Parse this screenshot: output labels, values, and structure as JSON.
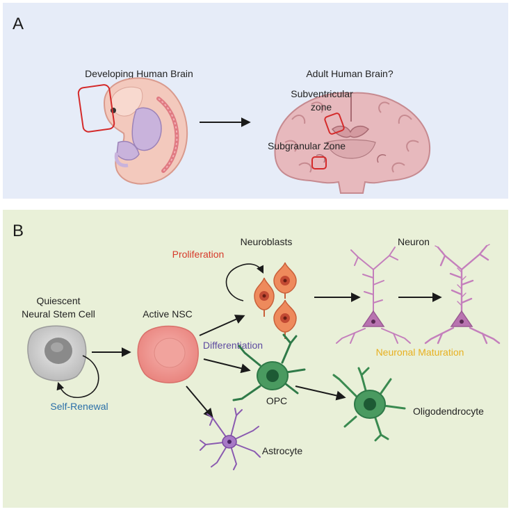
{
  "panel_a": {
    "letter": "A",
    "developing_title": "Developing Human Brain",
    "adult_title": "Adult Human Brain?",
    "svz_label_line1": "Subventricular",
    "svz_label_line2": "zone",
    "sgz_label": "Subgranular Zone"
  },
  "panel_b": {
    "letter": "B",
    "quiescent_line1": "Quiescent",
    "quiescent_line2": "Neural Stem Cell",
    "self_renewal": "Self-Renewal",
    "active_nsc": "Active NSC",
    "proliferation": "Proliferation",
    "neuroblasts": "Neuroblasts",
    "neuron": "Neuron",
    "differentiation": "Differentiation",
    "neuronal_maturation": "Neuronal Maturation",
    "opc": "OPC",
    "oligodendrocyte": "Oligodendrocyte",
    "astrocyte": "Astrocyte"
  },
  "colors": {
    "panel_a_bg": "#e6ecf8",
    "panel_b_bg": "#e9f0d8",
    "self_renewal": "#2a6fa8",
    "proliferation": "#d63a2a",
    "differentiation": "#5d4aa0",
    "neuronal_maturation": "#e8b020",
    "highlight_box": "#d42a2a"
  }
}
